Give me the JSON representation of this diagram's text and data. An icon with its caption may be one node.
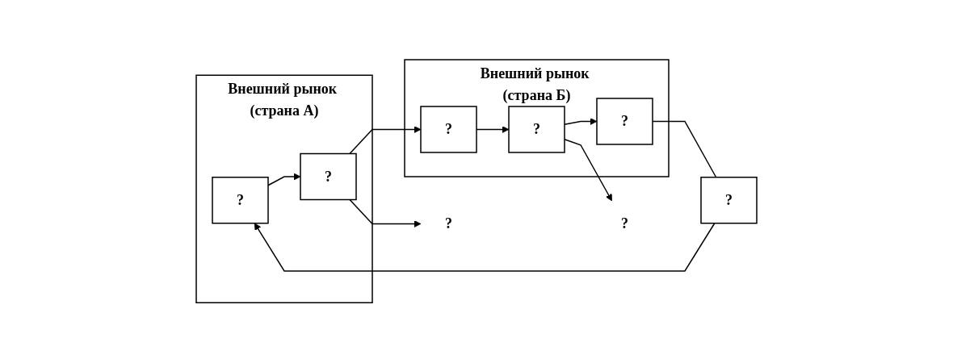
{
  "diagram": {
    "nodes": [
      {
        "text": [
          "?"
        ]
      },
      {
        "text": [
          "?"
        ]
      },
      {
        "text": [
          "Внешний рынок (страна А)"
        ]
      },
      {
        "text": [
          "?"
        ],
        "in": 2
      },
      {
        "text": [
          "?"
        ],
        "in": 2
      },
      {
        "text": [
          "Внешний рынок (страна Б)"
        ]
      },
      {
        "text": [
          "?"
        ],
        "in": 5
      },
      {
        "text": [
          "?"
        ],
        "in": 5
      },
      {
        "text": [
          "?"
        ],
        "in": 5
      },
      {
        "text": [
          "?"
        ]
      }
    ],
    "edges": [
      {
        "from": 3,
        "to": 4,
        "arrow": "to"
      },
      {
        "from": 4,
        "to": 6,
        "arrow": "to"
      },
      {
        "from": 4,
        "to": 0,
        "arrow": "to"
      },
      {
        "from": 6,
        "to": 7,
        "arrow": "to"
      },
      {
        "from": 7,
        "to": 8,
        "arrow": "to"
      },
      {
        "from": 7,
        "to": 1,
        "arrow": "to"
      },
      {
        "from": 8,
        "to": 9,
        "arrow": "none"
      },
      {
        "from": 9,
        "to": 3,
        "arrow": "to"
      }
    ]
  }
}
